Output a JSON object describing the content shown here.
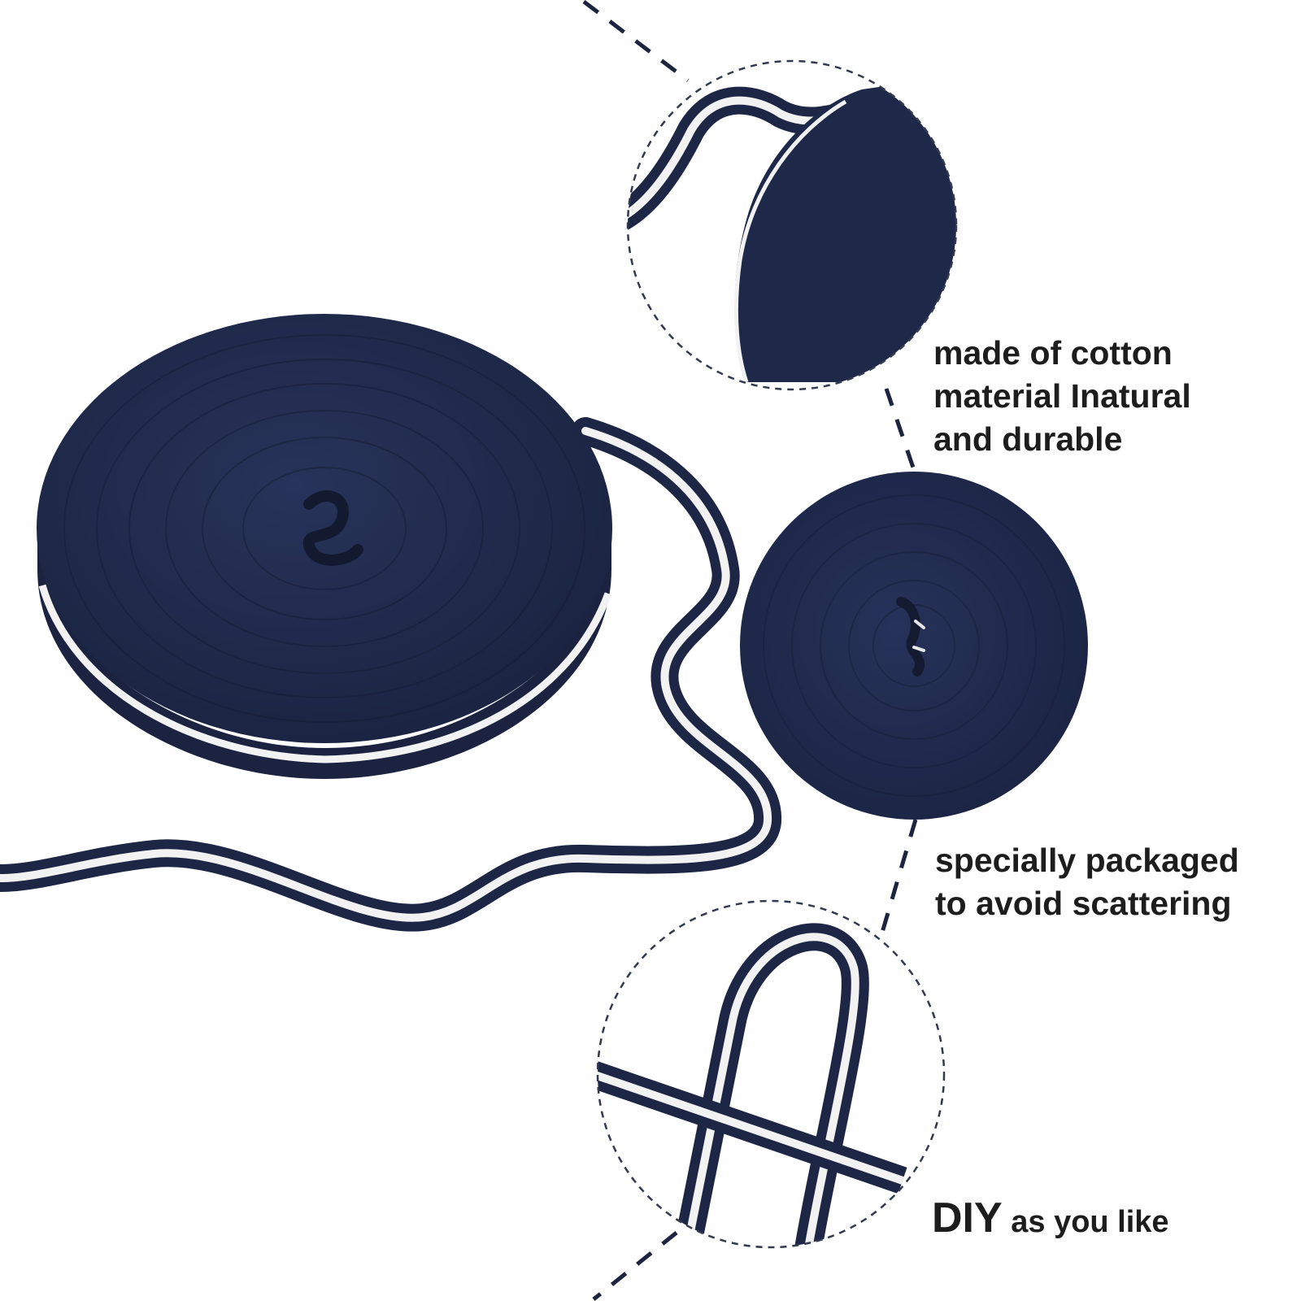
{
  "colors": {
    "navy": "#1d2745",
    "navy_dark": "#121a30",
    "white_stripe": "#f2f2f2",
    "dash": "#1c2440",
    "text": "#1d1d1d",
    "background": "#ffffff"
  },
  "captions": {
    "cotton": {
      "lines": [
        "made of cotton",
        "material Inatural",
        "and durable"
      ]
    },
    "package": {
      "lines": [
        "specially packaged",
        "to avoid scattering"
      ]
    },
    "diy": {
      "strong": "DIY",
      "rest": " as you like"
    }
  },
  "figures": {
    "main_roll": "navy-striped-ribbon-roll",
    "detail_top": "ribbon-texture-closeup",
    "detail_middle": "wound-roll-top-view",
    "detail_bottom": "crossed-ribbon-diy"
  }
}
